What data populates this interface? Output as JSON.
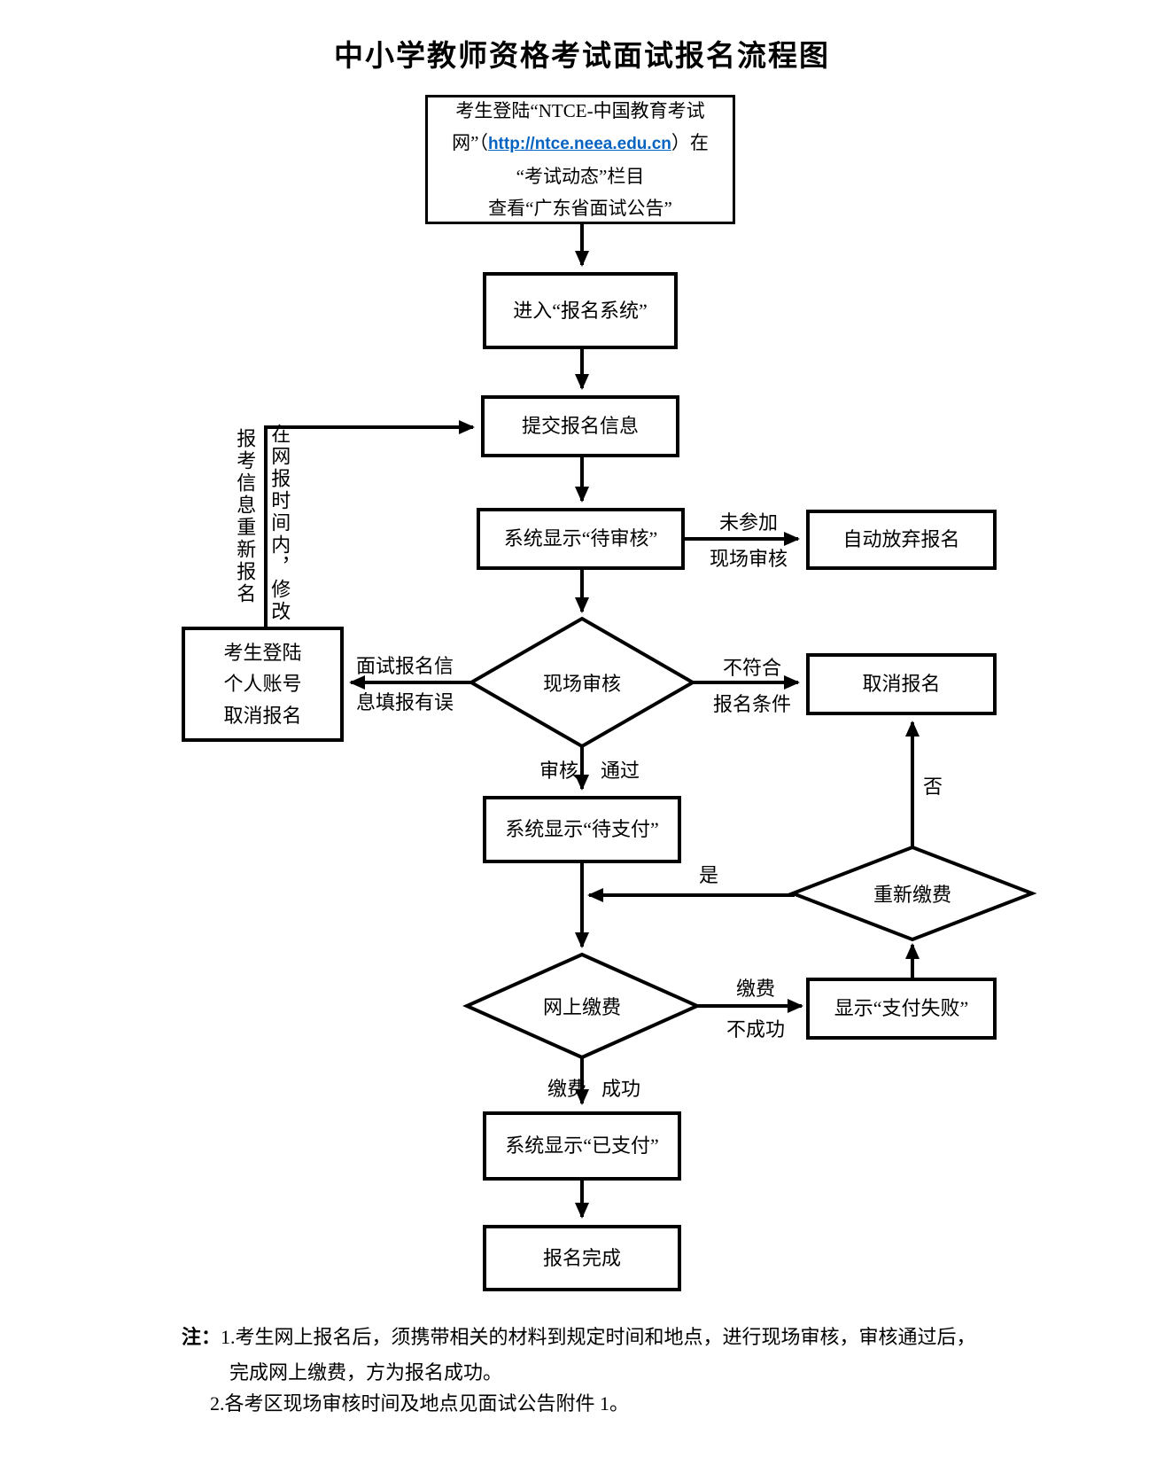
{
  "title": "中小学教师资格考试面试报名流程图",
  "flow": {
    "start": {
      "line1": "考生登陆“NTCE-中国教育考试",
      "line2_prefix": "网”（",
      "line2_link": "http://ntce.neea.edu.cn",
      "line2_suffix": "）在",
      "line3": "“考试动态”栏目",
      "line4": "查看“广东省面试公告”"
    },
    "enter_system": "进入“报名系统”",
    "submit_info": "提交报名信息",
    "pending_review": "系统显示“待审核”",
    "auto_abandon": "自动放弃报名",
    "onsite_review": "现场审核",
    "login_cancel": {
      "line1": "考生登陆",
      "line2": "个人账号",
      "line3": "取消报名"
    },
    "cancel": "取消报名",
    "pending_pay": "系统显示“待支付”",
    "repay": "重新缴费",
    "online_pay": "网上缴费",
    "pay_fail": "显示“支付失败”",
    "paid": "系统显示“已支付”",
    "done": "报名完成"
  },
  "labels": {
    "not_attend_1": "未参加",
    "not_attend_2": "现场审核",
    "info_error_1": "面试报名信",
    "info_error_2": "息填报有误",
    "not_match_1": "不符合",
    "not_match_2": "报名条件",
    "review": "审核",
    "pass": "通过",
    "yes": "是",
    "no": "否",
    "fee_fail_1": "缴费",
    "fee_fail_2": "不成功",
    "fee_ok_1": "缴费",
    "fee_ok_2": "成功",
    "vertical_modify": "在网报时间内，修改",
    "vertical_rereg": "报考信息重新报名"
  },
  "notes": {
    "label": "注：",
    "item1": "1.考生网上报名后，须携带相关的材料到规定时间和地点，进行现场审核，审核通过后，",
    "item1b": "完成网上缴费，方为报名成功。",
    "item2": "2.各考区现场审核时间及地点见面试公告附件 1。"
  },
  "colors": {
    "ink": "#000000",
    "link": "#0563c1",
    "background": "#ffffff"
  }
}
